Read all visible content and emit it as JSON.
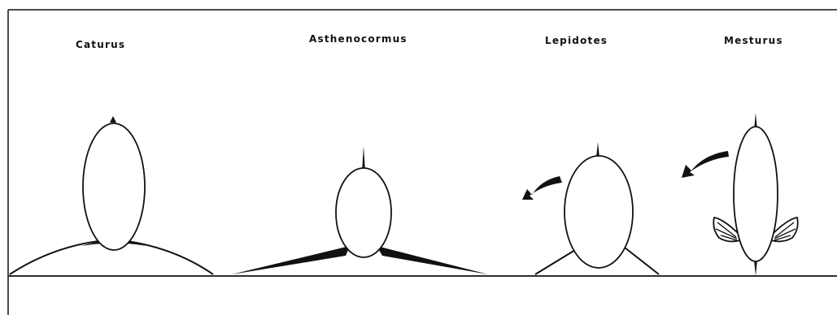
{
  "figure": {
    "labels": {
      "caturus": "Caturus",
      "asthenocormus": "Asthenocormus",
      "lepidotes": "Lepidotes",
      "mesturus": "Mesturus"
    },
    "colors": {
      "ink": "#111111",
      "background": "#ffffff"
    }
  }
}
